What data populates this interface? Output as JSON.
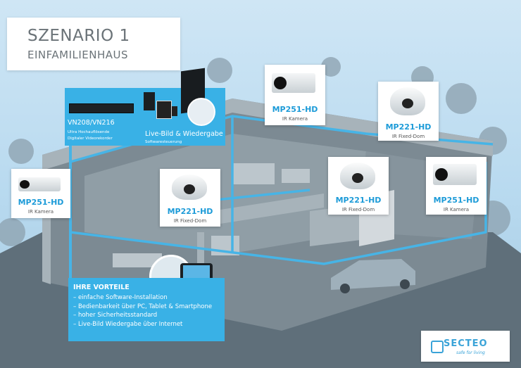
{
  "header": {
    "title": "SZENARIO 1",
    "subtitle": "EINFAMILIENHAUS"
  },
  "recorder_panel": {
    "recorder_model": "VN208/VN216",
    "recorder_desc_1": "Ultra Hochauflösende",
    "recorder_desc_2": "Digitaler Videorekorder",
    "live_title": "Live-Bild & Wiedergabe",
    "live_desc": "Softwaresteuerung"
  },
  "cameras": [
    {
      "model": "MP251-HD",
      "type": "IR Kamera"
    },
    {
      "model": "MP221-HD",
      "type": "IR Fixed-Dom"
    },
    {
      "model": "MP251-HD",
      "type": "IR Kamera"
    },
    {
      "model": "MP221-HD",
      "type": "IR Fixed-Dom"
    },
    {
      "model": "MP221-HD",
      "type": "IR Fixed-Dom"
    },
    {
      "model": "MP251-HD",
      "type": "IR Kamera"
    }
  ],
  "benefits": {
    "heading": "IHRE VORTEILE",
    "items": [
      "– einfache Software-Installation",
      "– Bedienbarkeit über PC, Tablet & Smartphone",
      "– hoher Sicherheitsstandard",
      "– Live-Bild Wiedergabe über Internet"
    ]
  },
  "logo": {
    "name": "SECTEO",
    "tagline": "safe for living"
  },
  "colors": {
    "accent": "#39b1e6",
    "wall": "#8e9aa3",
    "floor": "#6e7c86"
  }
}
